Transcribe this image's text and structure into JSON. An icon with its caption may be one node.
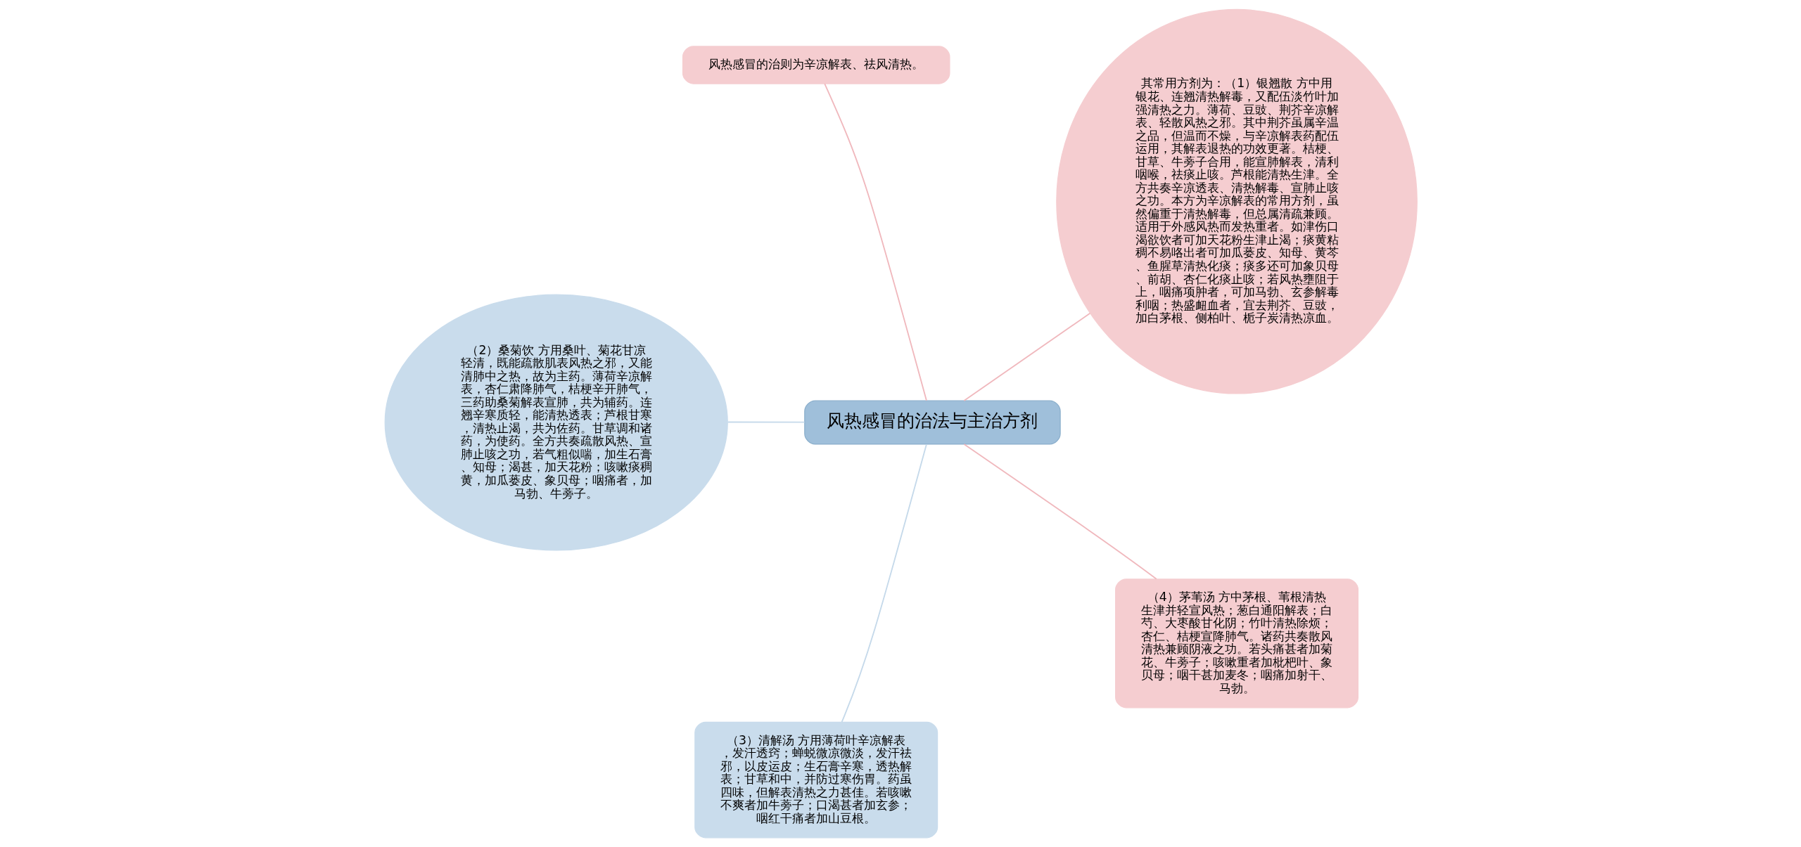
{
  "diagram": {
    "nodes": [
      {
        "text": [
          "风热感冒的治法与主治方剂"
        ]
      },
      {
        "text": [
          "其常用方剂为：（1）银翘散 方中用银花、连翘清热解毒，又配伍淡竹叶加强清热之力。薄荷、豆豉、荆芥辛凉解表、轻散风热之邪。其中荆芥虽属辛温之品，但温而不燥，与辛凉解表药配伍运用，其解表退热的功效更著。桔梗、甘草、牛蒡子合用，能宣肺解表，清利咽喉，祛痰止咳。芦根能清热生津。全方共奏辛凉透表、清热解毒、宣肺止咳之功。本方为辛凉解表的常用方剂，虽然偏重于清热解毒，但总属清疏兼顾。适用于外感风热而发热重者。如津伤口渴欲饮者可加天花粉生津止渴；痰黄粘稠不易咯出者可加瓜蒌皮、知母、黄芩、鱼腥草清热化痰；痰多还可加象贝母、前胡、杏仁化痰止咳；若风热壅阻于上，咽痛项肿者，可加马勃、玄参解毒利咽；热盛衄血者，宜去荆芥、豆豉，加白茅根、侧柏叶、栀子炭清热凉血。"
        ]
      },
      {
        "text": [
          "风热感冒的治则为辛凉解表、祛风清热。"
        ]
      },
      {
        "text": [
          "（2）桑菊饮 方用桑叶、菊花甘凉轻清，既能疏散肌表风热之邪，又能清肺中之热，故为主药。薄荷辛凉解表，杏仁肃降肺气，桔梗辛开肺气，三药助桑菊解表宣肺，共为辅药。连翘辛寒质轻，能清热透表；芦根甘寒，清热止渴，共为佐药。甘草调和诸药，为使药。全方共奏疏散风热、宣肺止咳之功，若气粗似喘，加生石膏、知母；渴甚，加天花粉；咳嗽痰稠黄，加瓜蒌皮、象贝母；咽痛者，加马勃、牛蒡子。"
        ]
      },
      {
        "text": [
          "（3）清解汤 方用薄荷叶辛凉解表，发汗透窍；蝉蜕微凉微淡，发汗祛邪，以皮运皮；生石膏辛寒，透热解表；甘草和中，并防过寒伤胃。药虽四味，但解表清热之力甚佳。若咳嗽不爽者加牛蒡子；口渴甚者加玄参；咽红干痛者加山豆根。"
        ]
      },
      {
        "text": [
          "（4）茅苇汤 方中茅根、苇根清热生津并轻宣风热；葱白通阳解表；白芍、大枣酸甘化阴；竹叶清热除烦；杏仁、桔梗宣降肺气。诸药共奏散风清热兼顾阴液之功。若头痛甚者加菊花、牛蒡子；咳嗽重者加枇杷叶、象贝母；咽干甚加麦冬；咽痛加射干、马勃。"
        ]
      }
    ],
    "edges": [
      {
        "from": 0,
        "to": 1,
        "arrow": "none"
      },
      {
        "from": 0,
        "to": 2,
        "arrow": "none"
      },
      {
        "from": 0,
        "to": 3,
        "arrow": "none",
        "color": "#c5d9ea"
      },
      {
        "from": 0,
        "to": 4,
        "arrow": "none",
        "color": "#c5d9ea"
      },
      {
        "from": 0,
        "to": 5,
        "arrow": "none"
      }
    ]
  }
}
